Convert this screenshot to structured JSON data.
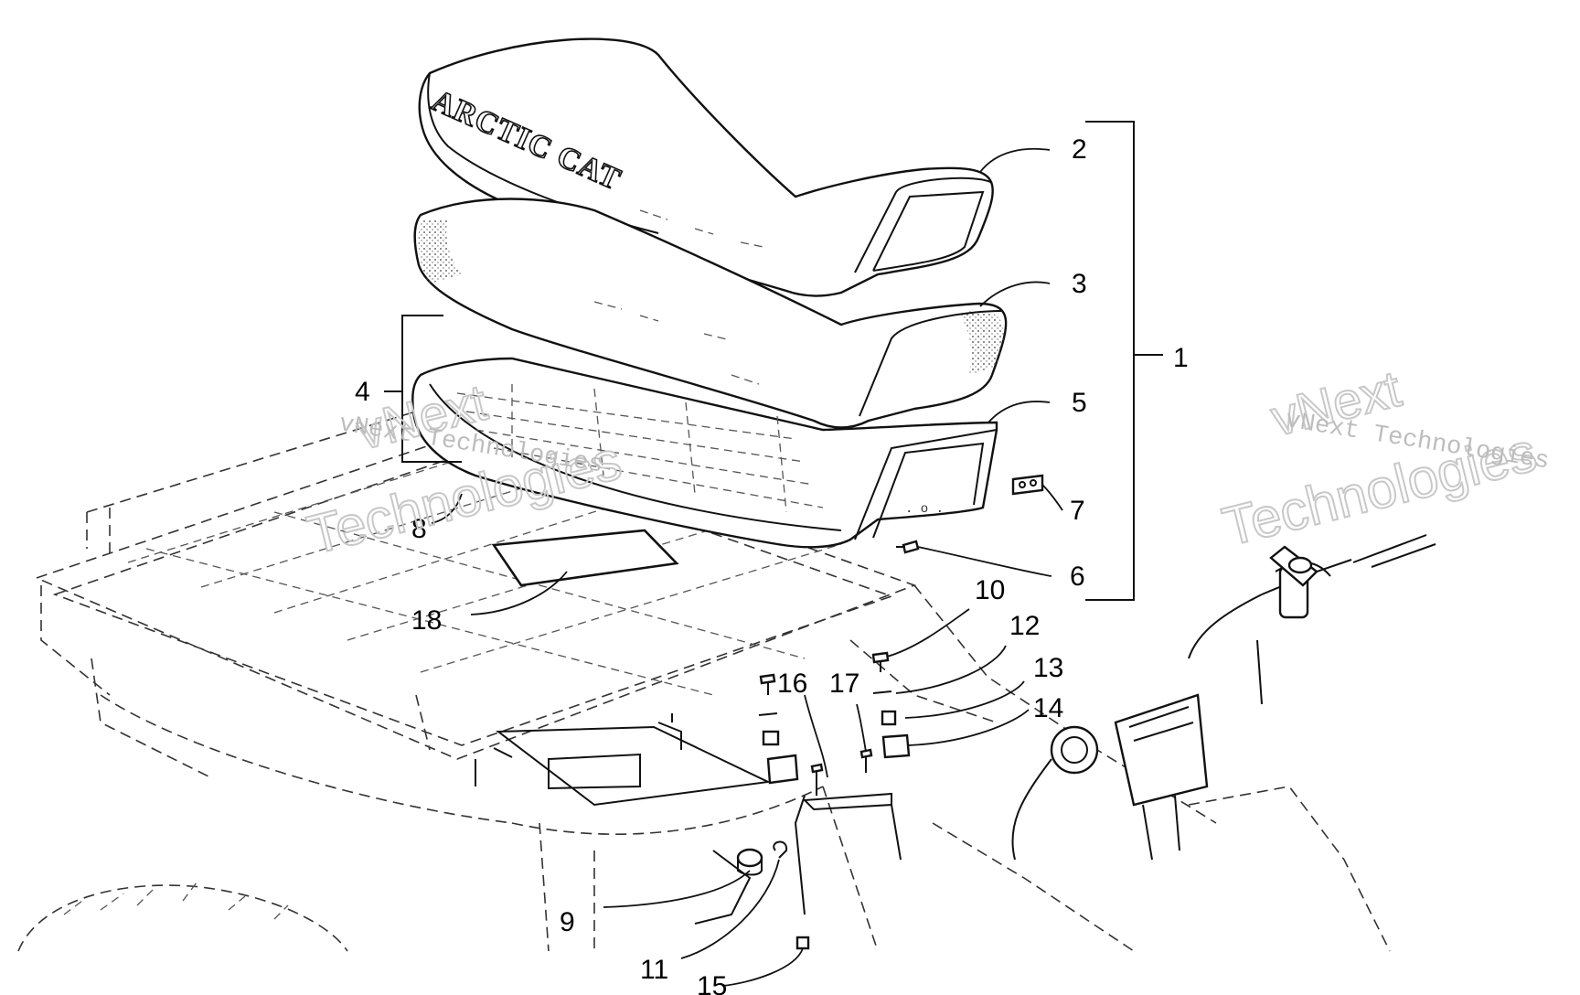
{
  "seat_logo_text": "ARCTIC CAT",
  "watermarks": [
    {
      "line1": "vNext",
      "line2": "Technologies",
      "small": "vNext Technologies"
    },
    {
      "line1": "vNext",
      "line2": "Technologies",
      "small": "vNext Technologies"
    }
  ],
  "callouts": [
    {
      "id": "c1",
      "label": "1"
    },
    {
      "id": "c2",
      "label": "2"
    },
    {
      "id": "c3",
      "label": "3"
    },
    {
      "id": "c4",
      "label": "4"
    },
    {
      "id": "c5",
      "label": "5"
    },
    {
      "id": "c6",
      "label": "6"
    },
    {
      "id": "c7",
      "label": "7"
    },
    {
      "id": "c8",
      "label": "8"
    },
    {
      "id": "c9",
      "label": "9"
    },
    {
      "id": "c10",
      "label": "10"
    },
    {
      "id": "c11",
      "label": "11"
    },
    {
      "id": "c12",
      "label": "12"
    },
    {
      "id": "c13",
      "label": "13"
    },
    {
      "id": "c14",
      "label": "14"
    },
    {
      "id": "c15",
      "label": "15"
    },
    {
      "id": "c16",
      "label": "16"
    },
    {
      "id": "c17",
      "label": "17"
    },
    {
      "id": "c18",
      "label": "18"
    }
  ]
}
